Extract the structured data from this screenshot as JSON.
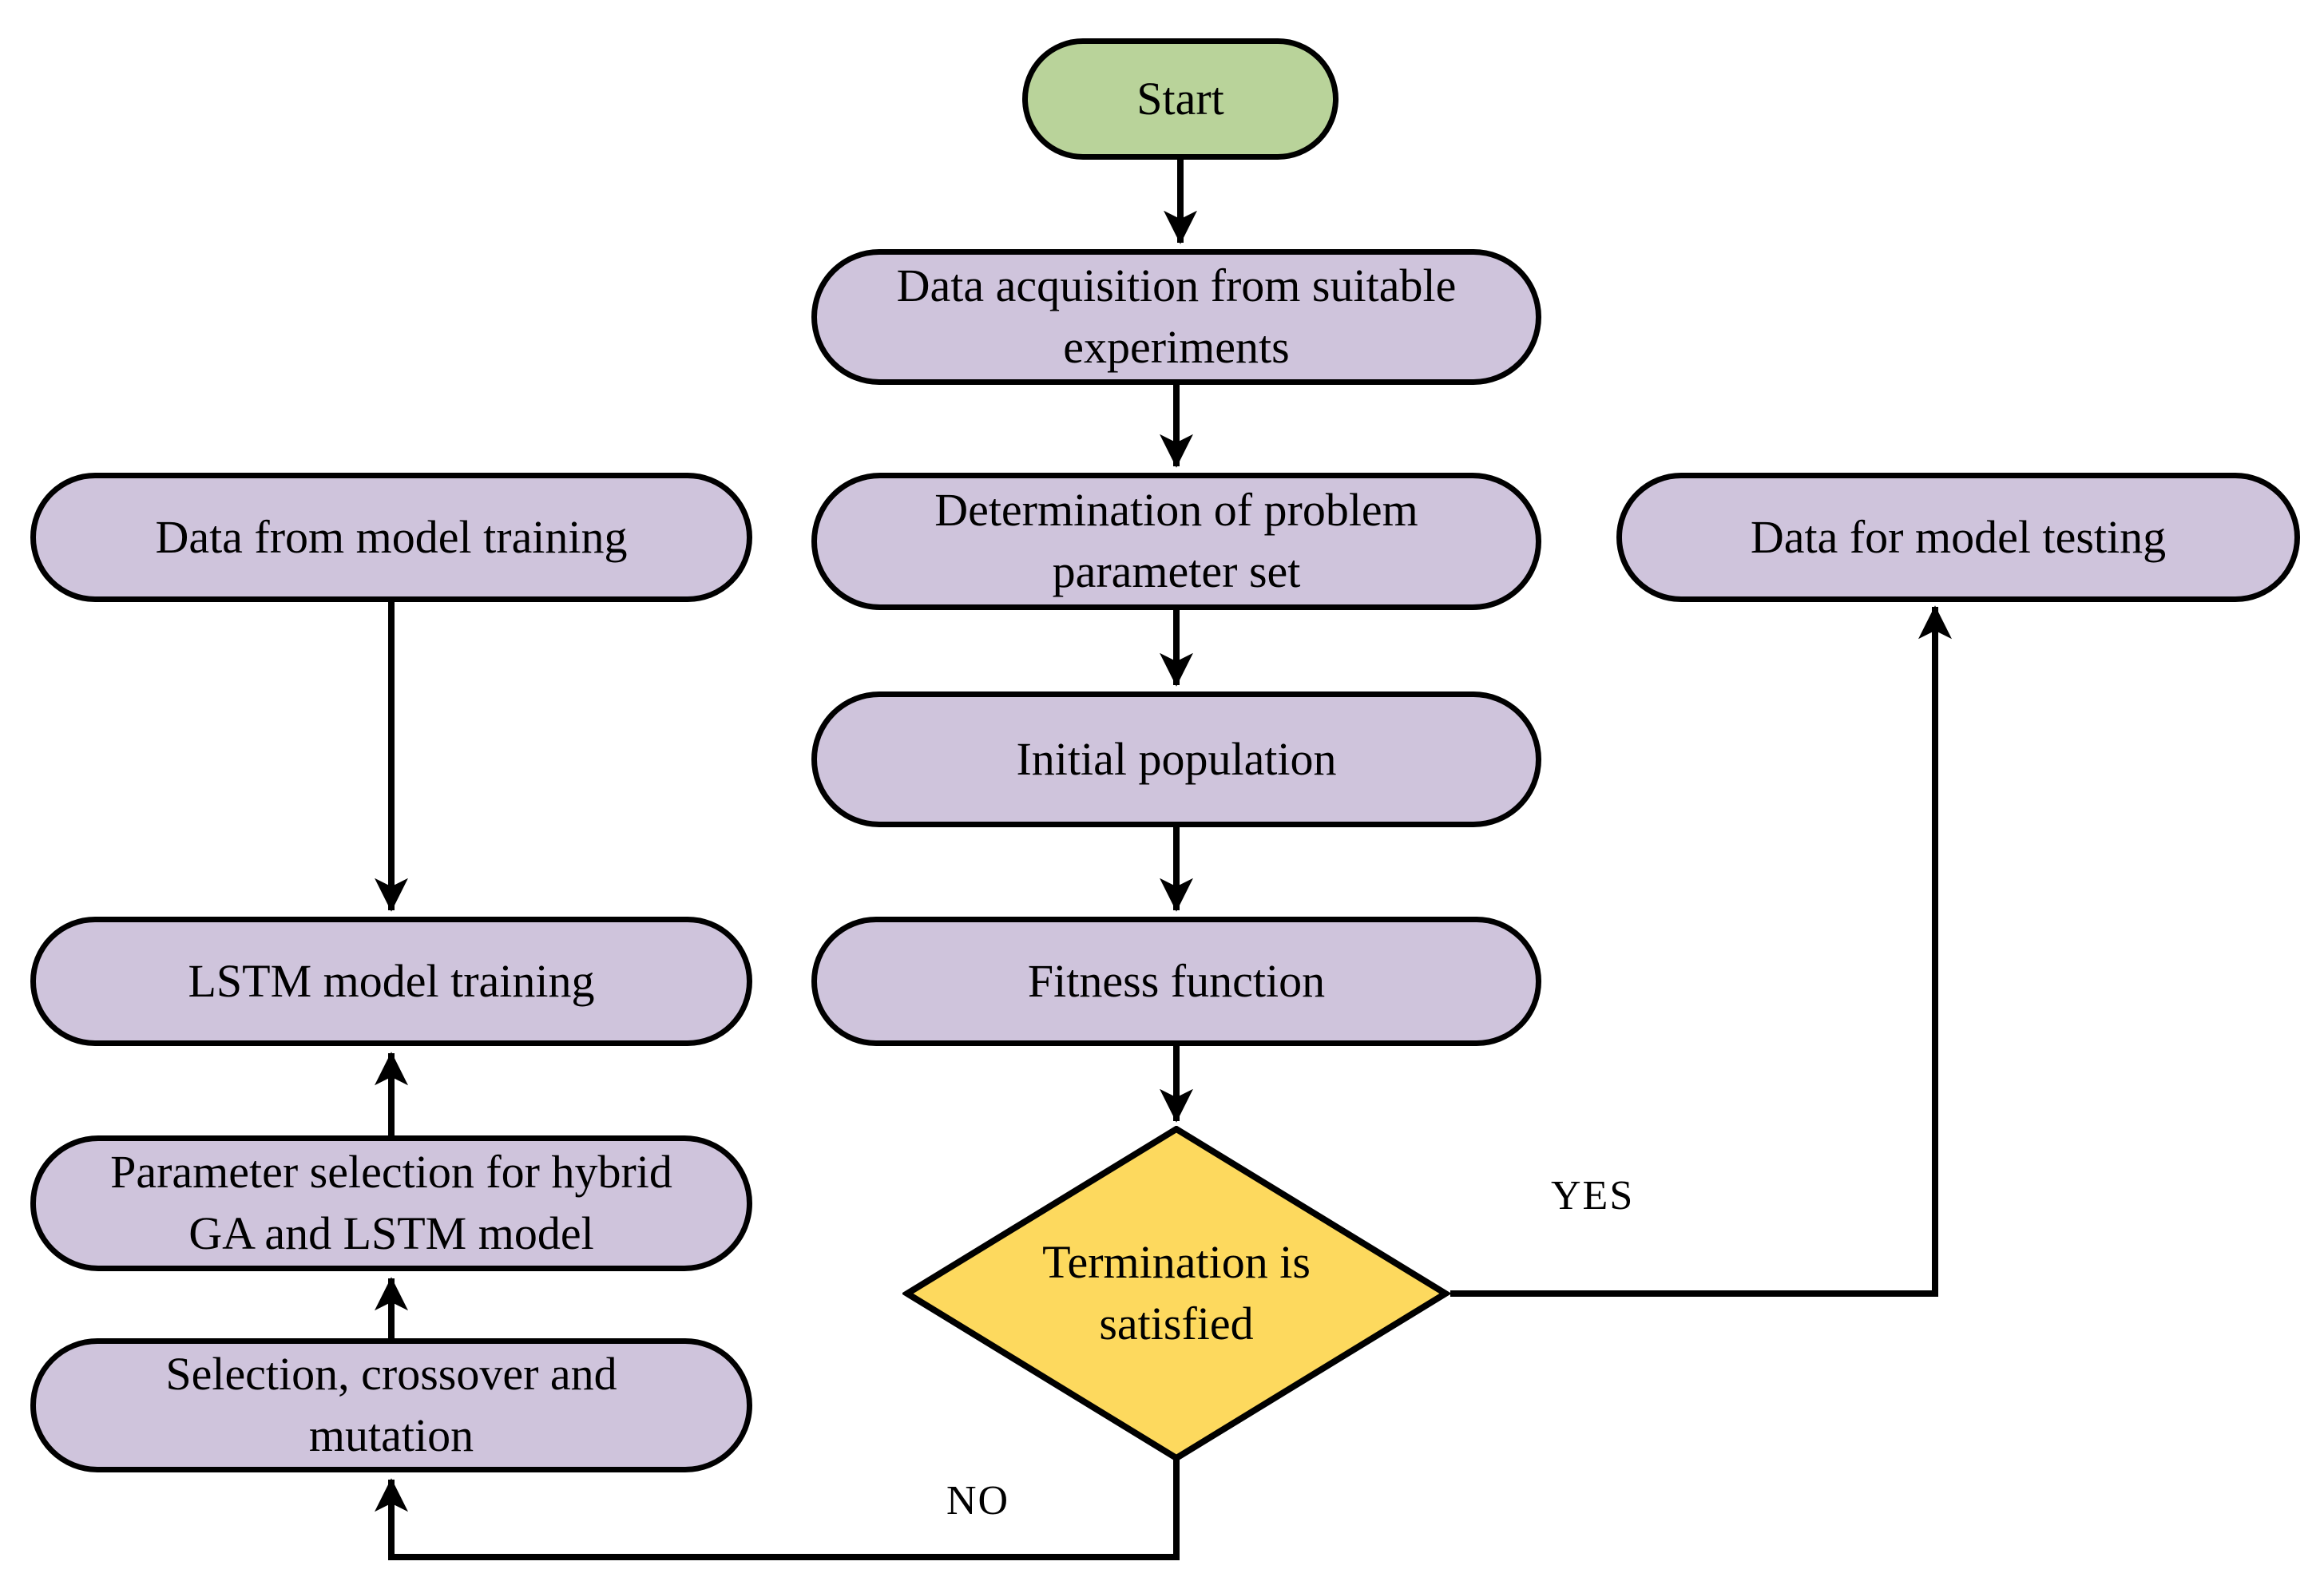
{
  "colors": {
    "terminal_fill": "#b9d39a",
    "process_fill": "#cfc4dc",
    "decision_fill": "#fdd95e",
    "stroke": "#000000"
  },
  "nodes": {
    "start": {
      "label": "Start",
      "type": "terminal"
    },
    "data_acquisition": {
      "label": "Data acquisition from suitable experiments",
      "type": "process"
    },
    "determination": {
      "label": "Determination of problem parameter set",
      "type": "process"
    },
    "initial_population": {
      "label": "Initial population",
      "type": "process"
    },
    "fitness_function": {
      "label": "Fitness function",
      "type": "process"
    },
    "termination": {
      "label": "Termination is satisfied",
      "type": "decision"
    },
    "data_from_model_training": {
      "label": "Data from model training",
      "type": "process"
    },
    "lstm_model_training": {
      "label": "LSTM model training",
      "type": "process"
    },
    "parameter_selection": {
      "label": "Parameter selection for hybrid GA and LSTM model",
      "type": "process"
    },
    "selection_crossover": {
      "label": "Selection, crossover and mutation",
      "type": "process"
    },
    "data_for_model_testing": {
      "label": "Data for model testing",
      "type": "process"
    }
  },
  "edge_labels": {
    "yes": "YES",
    "no": "NO"
  }
}
